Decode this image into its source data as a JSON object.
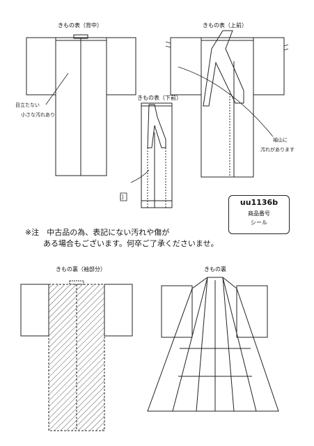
{
  "labels": {
    "back": "きもの表（背中）",
    "front_upper": "きもの表（上前）",
    "front_lower": "きもの表（下前）",
    "lining_sleeve": "きもの裏（袖部分）",
    "lining": "きもの裏"
  },
  "notes": {
    "line1": "※注　中古品の為、表記にない汚れや傷が",
    "line2": "ある場合もございます。何卒ご了承くださいませ。"
  },
  "tag": {
    "code": "uu1136b",
    "line1": "商品番号",
    "line2": "シール"
  },
  "handwriting": {
    "back_l1": "目立たない",
    "back_l2": "小さな汚れあり",
    "front_l1": "袖山に",
    "front_l2": "汚れがあります",
    "seal_mark": "[]"
  }
}
